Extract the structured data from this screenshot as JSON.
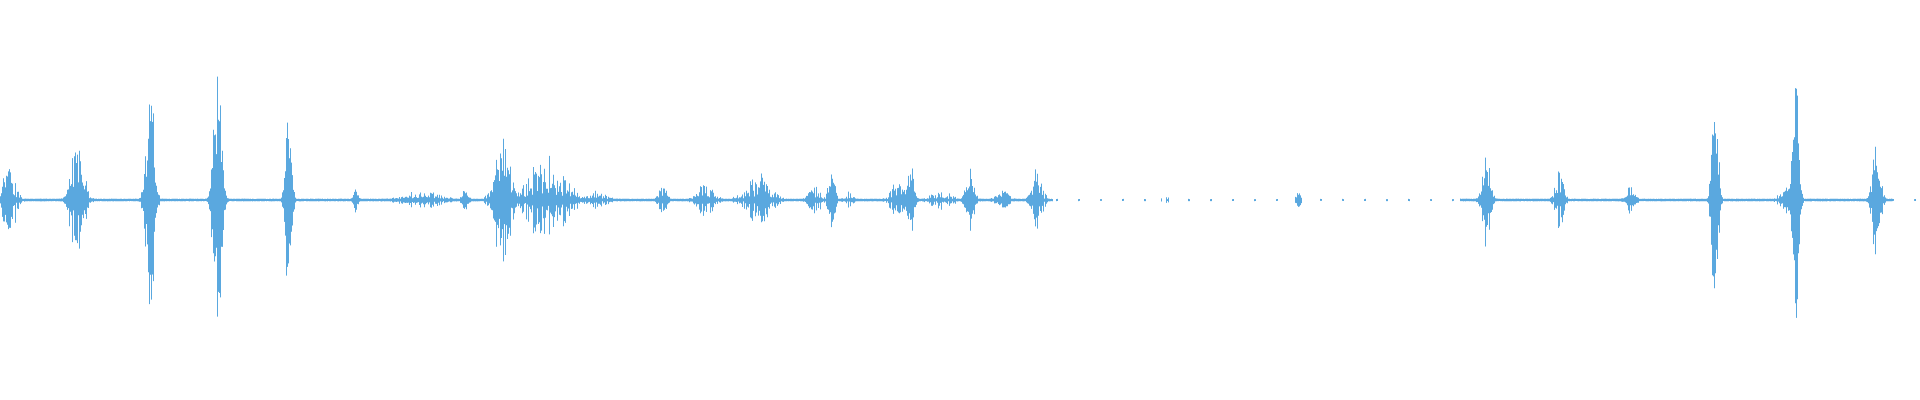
{
  "waveform": {
    "color": "#5aa8df",
    "background": "#ffffff",
    "bursts": [
      {
        "t": 0.004,
        "amp": 0.3,
        "width": 0.006,
        "density": 0.6
      },
      {
        "t": 0.04,
        "amp": 0.45,
        "width": 0.006,
        "density": 0.8
      },
      {
        "t": 0.078,
        "amp": 0.75,
        "width": 0.004,
        "density": 1.0
      },
      {
        "t": 0.113,
        "amp": 0.79,
        "width": 0.004,
        "density": 1.0
      },
      {
        "t": 0.15,
        "amp": 0.56,
        "width": 0.003,
        "density": 1.0
      },
      {
        "t": 0.185,
        "amp": 0.09,
        "width": 0.002,
        "density": 1.0
      },
      {
        "t": 0.22,
        "amp": 0.05,
        "width": 0.018,
        "density": 0.6
      },
      {
        "t": 0.242,
        "amp": 0.06,
        "width": 0.003,
        "density": 1.0
      },
      {
        "t": 0.262,
        "amp": 0.41,
        "width": 0.008,
        "density": 0.9
      },
      {
        "t": 0.285,
        "amp": 0.27,
        "width": 0.018,
        "density": 0.7
      },
      {
        "t": 0.31,
        "amp": 0.05,
        "width": 0.01,
        "density": 0.6
      },
      {
        "t": 0.345,
        "amp": 0.09,
        "width": 0.004,
        "density": 0.8
      },
      {
        "t": 0.367,
        "amp": 0.1,
        "width": 0.008,
        "density": 0.7
      },
      {
        "t": 0.395,
        "amp": 0.15,
        "width": 0.012,
        "density": 0.8
      },
      {
        "t": 0.424,
        "amp": 0.09,
        "width": 0.006,
        "density": 0.8
      },
      {
        "t": 0.433,
        "amp": 0.23,
        "width": 0.003,
        "density": 1.0
      },
      {
        "t": 0.442,
        "amp": 0.05,
        "width": 0.004,
        "density": 0.6
      },
      {
        "t": 0.468,
        "amp": 0.12,
        "width": 0.008,
        "density": 0.8
      },
      {
        "t": 0.474,
        "amp": 0.27,
        "width": 0.003,
        "density": 1.0
      },
      {
        "t": 0.49,
        "amp": 0.05,
        "width": 0.01,
        "density": 0.6
      },
      {
        "t": 0.505,
        "amp": 0.21,
        "width": 0.004,
        "density": 0.9
      },
      {
        "t": 0.522,
        "amp": 0.06,
        "width": 0.006,
        "density": 0.6
      },
      {
        "t": 0.54,
        "amp": 0.19,
        "width": 0.005,
        "density": 0.9
      },
      {
        "t": 0.607,
        "amp": 0.02,
        "width": 0.006,
        "density": 0.4
      },
      {
        "t": 0.676,
        "amp": 0.07,
        "width": 0.002,
        "density": 1.0
      },
      {
        "t": 0.774,
        "amp": 0.27,
        "width": 0.004,
        "density": 1.0
      },
      {
        "t": 0.812,
        "amp": 0.2,
        "width": 0.004,
        "density": 0.9
      },
      {
        "t": 0.849,
        "amp": 0.09,
        "width": 0.004,
        "density": 0.8
      },
      {
        "t": 0.893,
        "amp": 0.78,
        "width": 0.003,
        "density": 1.0
      },
      {
        "t": 0.93,
        "amp": 0.09,
        "width": 0.006,
        "density": 0.7
      },
      {
        "t": 0.935,
        "amp": 0.83,
        "width": 0.003,
        "density": 1.0
      },
      {
        "t": 0.977,
        "amp": 0.33,
        "width": 0.004,
        "density": 1.0
      }
    ],
    "silent_ranges": [
      [
        0.548,
        0.76
      ],
      [
        0.985,
        1.0
      ]
    ]
  }
}
